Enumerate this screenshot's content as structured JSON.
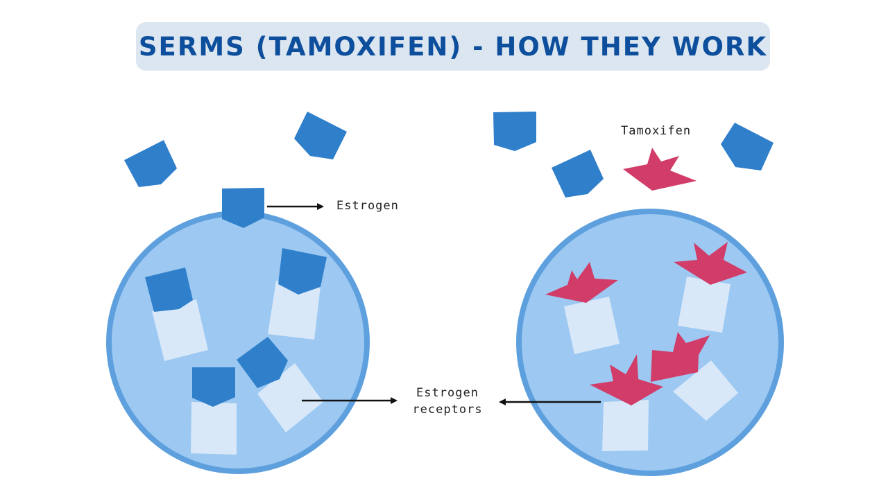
{
  "title": "SERMS (TAMOXIFEN) - HOW THEY WORK",
  "labels": {
    "estrogen": "Estrogen",
    "tamoxifen": "Tamoxifen",
    "receptors_line1": "Estrogen",
    "receptors_line2": "receptors"
  },
  "colors": {
    "estrogen": "#2f7fcb",
    "tamoxifen": "#d13c68",
    "cell_fill": "#9cc8f1",
    "cell_border": "#5ea0de",
    "receptor": "#d8e8f9",
    "title_bg": "#dce6f1",
    "title_text": "#0d4f9c"
  }
}
